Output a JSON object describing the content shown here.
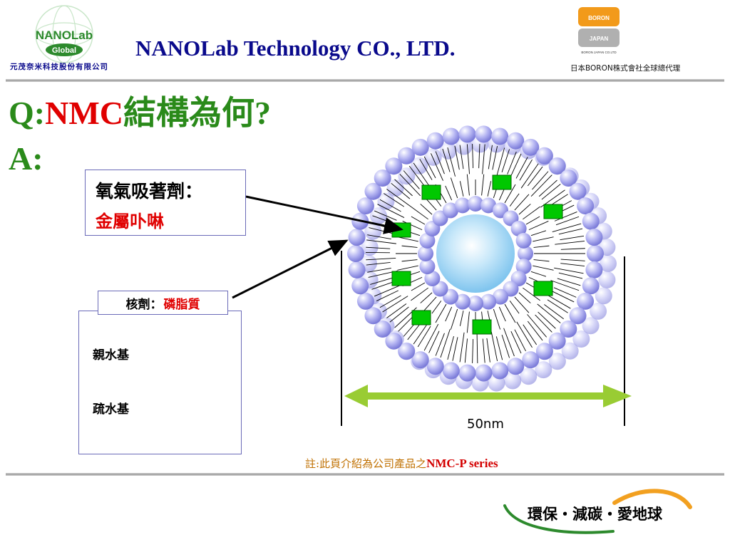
{
  "header": {
    "logo_text": "NANOLab",
    "logo_subtext": "Global",
    "logo_cn": "元茂奈米科技股份有限公司",
    "company_title": "NANOLab Technology CO., LTD.",
    "partner_logo_top": "BORON",
    "partner_logo_bottom": "JAPAN",
    "partner_logo_small": "BORON JAPAN CO.LTD",
    "agent_line": "日本BORON株式會社全球總代理"
  },
  "qa": {
    "q_prefix": "Q:",
    "q_term": "NMC",
    "q_text": "結構為何?",
    "a_prefix": "A:"
  },
  "labels": {
    "absorber_label": "氧氣吸著劑：",
    "absorber_value": "金屬卟啉",
    "core_label": "核劑：",
    "core_value": "磷脂質",
    "hydrophilic": "親水基",
    "hydrophobic": "疏水基",
    "scale": "50nm"
  },
  "note": {
    "prefix": "註:此頁介紹為公司產品之",
    "product": "NMC-P series"
  },
  "footer": {
    "slogan": "環保・減碳・愛地球"
  },
  "colors": {
    "title_blue": "#0a0a8c",
    "accent_green": "#2a8a1a",
    "accent_red": "#e00000",
    "sphere_lavender": "#a4a4f0",
    "absorber_square": "#00c800",
    "scale_arrow": "#99cc33",
    "note_orange": "#c07000"
  }
}
